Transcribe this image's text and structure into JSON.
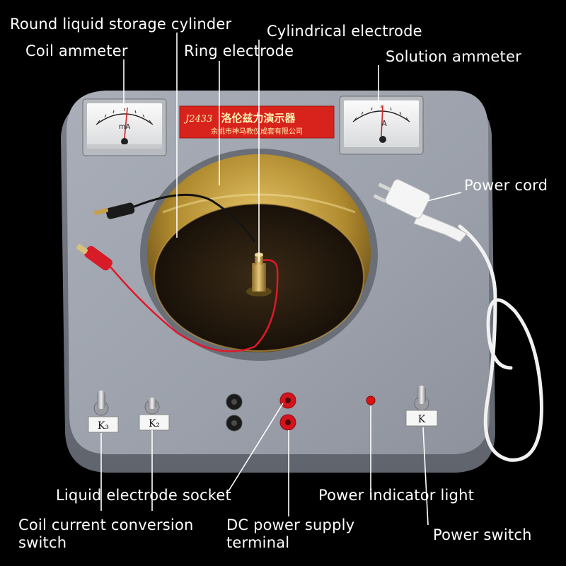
{
  "labels": {
    "round_storage": "Round liquid storage cylinder",
    "coil_ammeter": "Coil ammeter",
    "ring_electrode": "Ring electrode",
    "cylindrical_electrode": "Cylindrical electrode",
    "solution_ammeter": "Solution ammeter",
    "power_cord": "Power cord",
    "liquid_electrode_socket": "Liquid electrode socket",
    "coil_current_conversion_switch": {
      "line1": "Coil current conversion",
      "line2": "switch"
    },
    "power_indicator_light": "Power indicator light",
    "dc_power_supply_terminal": {
      "line1": "DC power supply",
      "line2": "terminal"
    },
    "power_switch": "Power switch"
  },
  "nameplate": {
    "model": "J2433",
    "title": "洛伦兹力演示器",
    "maker": "余姚市神马教仪成套有限公司"
  },
  "meters": {
    "coil": {
      "unit": "mA"
    },
    "solution": {
      "unit": "A"
    }
  },
  "switch_plates": {
    "k3": "K₃",
    "k2": "K₂",
    "k": "K"
  },
  "colors": {
    "background": "#000000",
    "panel": "#9aa0ab",
    "nameplate": "#d8231c",
    "label_text": "#ffffff",
    "red_wire": "#e0182a",
    "black_wire": "#141414",
    "indicator": "#e01010"
  }
}
